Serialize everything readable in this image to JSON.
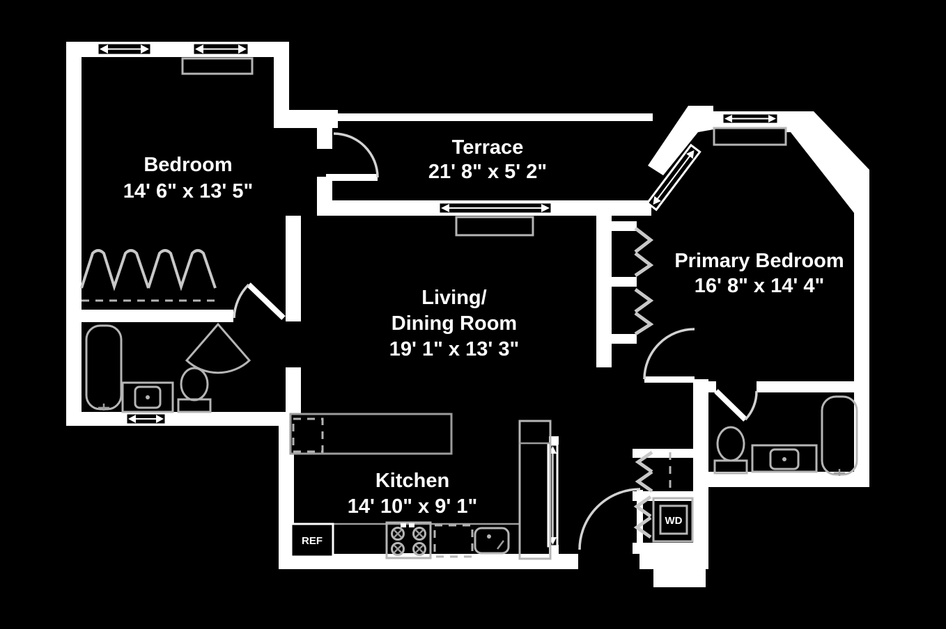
{
  "colors": {
    "background": "#000000",
    "wall": "#ffffff",
    "fixture": "#b5b5b5",
    "text": "#ffffff"
  },
  "rooms": {
    "bedroom": {
      "name": "Bedroom",
      "dimensions": "14' 6\" x 13' 5\""
    },
    "terrace": {
      "name": "Terrace",
      "dimensions": "21' 8\" x 5' 2\""
    },
    "living_dining": {
      "name_line1": "Living/",
      "name_line2": "Dining Room",
      "dimensions": "19' 1\" x 13' 3\""
    },
    "primary_bedroom": {
      "name": "Primary Bedroom",
      "dimensions": "16' 8\" x 14' 4\""
    },
    "kitchen": {
      "name": "Kitchen",
      "dimensions": "14' 10\" x 9' 1\""
    }
  },
  "labels": {
    "refrigerator": "REF",
    "washer_dryer": "WD"
  }
}
